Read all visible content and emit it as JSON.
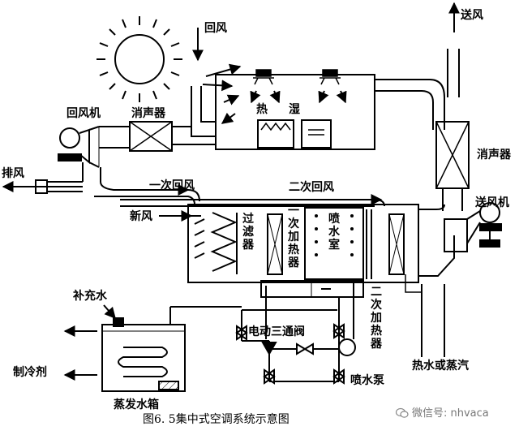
{
  "diagram": {
    "labels": {
      "supply_air": "送风",
      "return_air": "回风",
      "return_fan": "回风机",
      "silencer_left": "消声器",
      "heat": "热",
      "humid": "湿",
      "silencer_right": "消声器",
      "exhaust_air": "排风",
      "primary_return_air": "一次回风",
      "secondary_return_air": "二次回风",
      "supply_fan": "送风机",
      "fresh_air": "新风",
      "filter": "过滤器",
      "primary_heater": "一次加热器",
      "spray_chamber": "喷水室",
      "secondary_heater": "二次加热器",
      "makeup_water": "补充水",
      "three_way_valve": "电动三通阀",
      "spray_pump": "喷水泵",
      "refrigerant": "制冷剂",
      "evaporator_tank": "蒸发水箱",
      "hot_water_steam": "热水或蒸汽"
    },
    "caption": "图6. 5集中式空调系统示意图",
    "watermark": "微信号: nhvaca"
  }
}
